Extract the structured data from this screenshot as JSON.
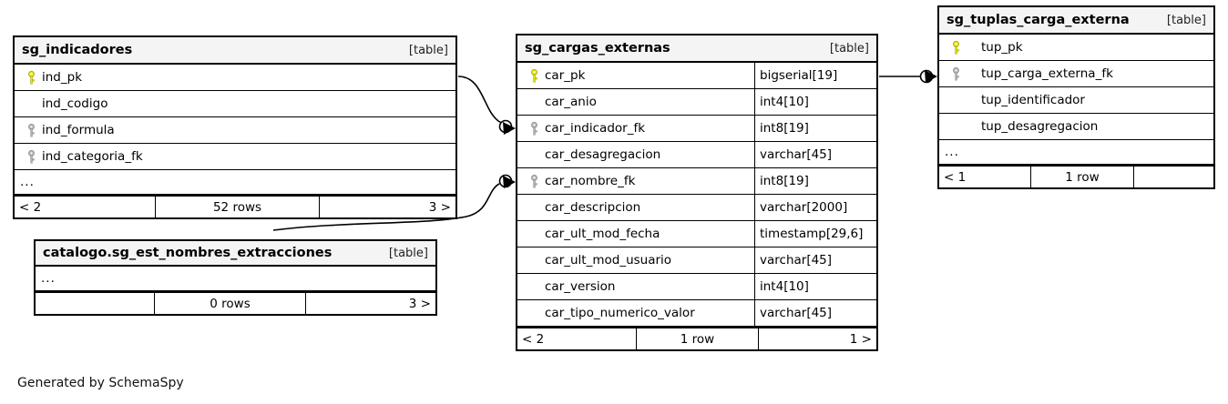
{
  "diagram": {
    "footer_note": "Generated by SchemaSpy",
    "table_tag": "[table]",
    "ellipsis": "...",
    "key_colors": {
      "primary": "#e8e800",
      "foreign": "#b3b3b3"
    }
  },
  "tables": [
    {
      "id": "indicadores",
      "name": "sg_indicadores",
      "tag": "[table]",
      "columns": [
        {
          "key": "primary",
          "name": "ind_pk",
          "type": ""
        },
        {
          "key": "none",
          "name": "ind_codigo",
          "type": ""
        },
        {
          "key": "foreign",
          "name": "ind_formula",
          "type": ""
        },
        {
          "key": "foreign",
          "name": "ind_categoria_fk",
          "type": ""
        }
      ],
      "has_ellipsis": true,
      "footer": {
        "left": "< 2",
        "center": "52 rows",
        "right": "3 >"
      }
    },
    {
      "id": "cargas",
      "name": "sg_cargas_externas",
      "tag": "[table]",
      "columns": [
        {
          "key": "primary",
          "name": "car_pk",
          "type": "bigserial[19]"
        },
        {
          "key": "none",
          "name": "car_anio",
          "type": "int4[10]"
        },
        {
          "key": "foreign",
          "name": "car_indicador_fk",
          "type": "int8[19]"
        },
        {
          "key": "none",
          "name": "car_desagregacion",
          "type": "varchar[45]"
        },
        {
          "key": "foreign",
          "name": "car_nombre_fk",
          "type": "int8[19]"
        },
        {
          "key": "none",
          "name": "car_descripcion",
          "type": "varchar[2000]"
        },
        {
          "key": "none",
          "name": "car_ult_mod_fecha",
          "type": "timestamp[29,6]"
        },
        {
          "key": "none",
          "name": "car_ult_mod_usuario",
          "type": "varchar[45]"
        },
        {
          "key": "none",
          "name": "car_version",
          "type": "int4[10]"
        },
        {
          "key": "none",
          "name": "car_tipo_numerico_valor",
          "type": "varchar[45]"
        }
      ],
      "has_ellipsis": false,
      "footer": {
        "left": "< 2",
        "center": "1 row",
        "right": "1 >"
      }
    },
    {
      "id": "tuplas",
      "name": "sg_tuplas_carga_externa",
      "tag": "[table]",
      "columns": [
        {
          "key": "primary",
          "name": "tup_pk",
          "type": ""
        },
        {
          "key": "foreign",
          "name": "tup_carga_externa_fk",
          "type": ""
        },
        {
          "key": "none",
          "name": "tup_identificador",
          "type": ""
        },
        {
          "key": "none",
          "name": "tup_desagregacion",
          "type": ""
        }
      ],
      "has_ellipsis": true,
      "footer": {
        "left": "< 1",
        "center": "1 row",
        "right": ""
      }
    },
    {
      "id": "catalogo",
      "name": "catalogo.sg_est_nombres_extracciones",
      "tag": "[table]",
      "columns": [],
      "has_ellipsis": true,
      "footer": {
        "left": "",
        "center": "0 rows",
        "right": "3 >"
      }
    }
  ],
  "relationships": [
    {
      "from": "sg_indicadores.ind_pk",
      "to": "sg_cargas_externas.car_indicador_fk"
    },
    {
      "from": "catalogo.sg_est_nombres_extracciones",
      "to": "sg_cargas_externas.car_nombre_fk"
    },
    {
      "from": "sg_cargas_externas.car_pk",
      "to": "sg_tuplas_carga_externa.tup_carga_externa_fk"
    }
  ]
}
